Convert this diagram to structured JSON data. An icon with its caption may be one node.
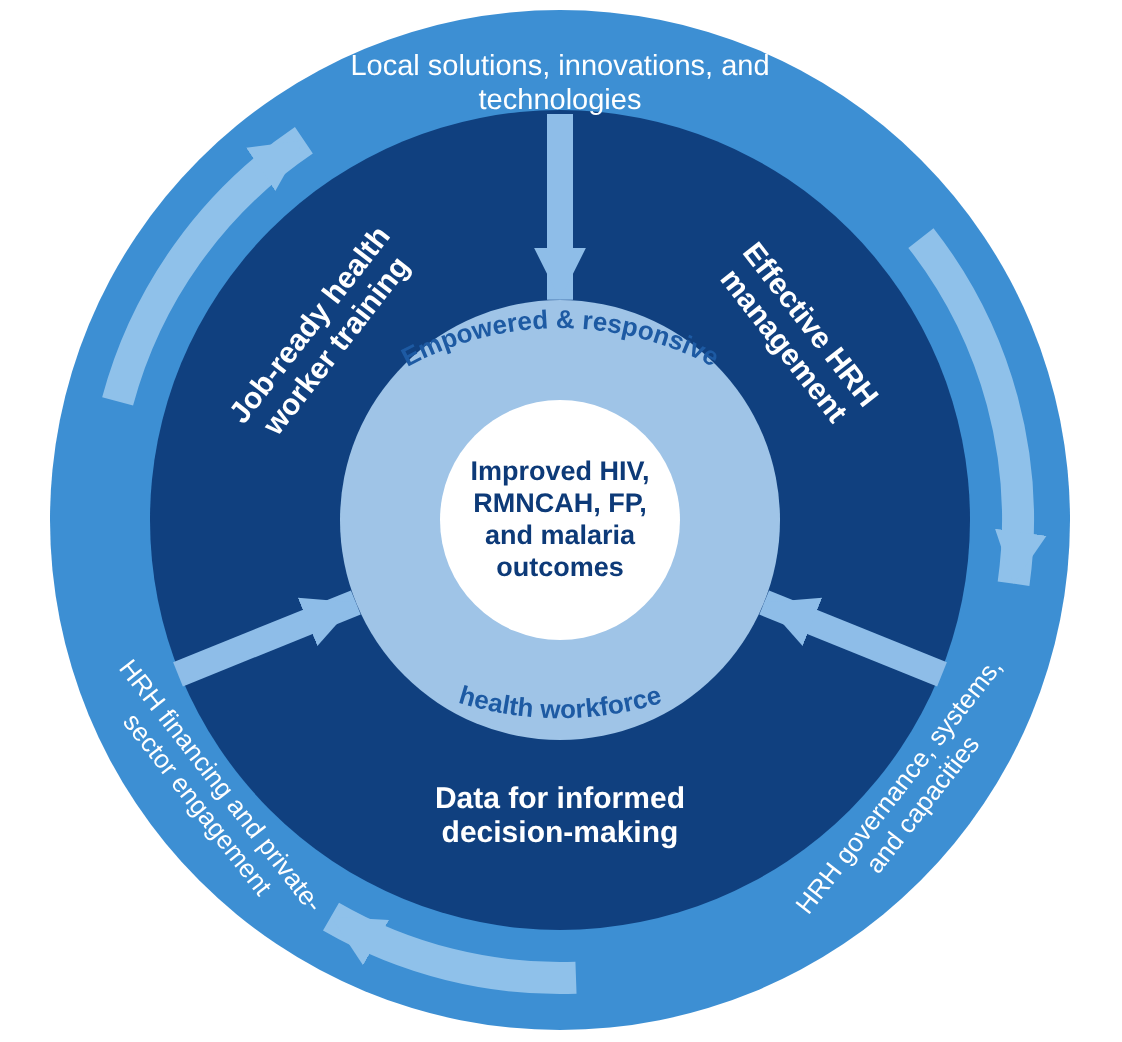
{
  "diagram": {
    "nodes": [
      {
        "text": [],
        "shape": "circle"
      },
      {
        "text": [
          "Local solutions, innovations, and technologies"
        ],
        "in": 0
      },
      {
        "text": [
          "HRH financing and private-sector engagement"
        ],
        "in": 0
      },
      {
        "text": [
          "HRH governance, systems, and capacities"
        ],
        "in": 0
      },
      {
        "text": [],
        "shape": "circle",
        "in": 0
      },
      {
        "text": [
          "Job-ready health worker training"
        ],
        "in": 4
      },
      {
        "text": [
          "Effective HRH management"
        ],
        "in": 4
      },
      {
        "text": [
          "Data for informed decision-making"
        ],
        "in": 4
      },
      {
        "text": [
          "Empowered & responsive",
          "health workforce"
        ],
        "in": 4
      },
      {
        "text": [
          "Improved HIV, RMNCAH, FP, and malaria outcomes"
        ],
        "in": 8
      }
    ],
    "edges": [
      {
        "from": 1,
        "to": 8,
        "arrow": "to"
      },
      {
        "from": 2,
        "to": 8,
        "arrow": "to"
      },
      {
        "from": 3,
        "to": 8,
        "arrow": "to"
      }
    ]
  }
}
